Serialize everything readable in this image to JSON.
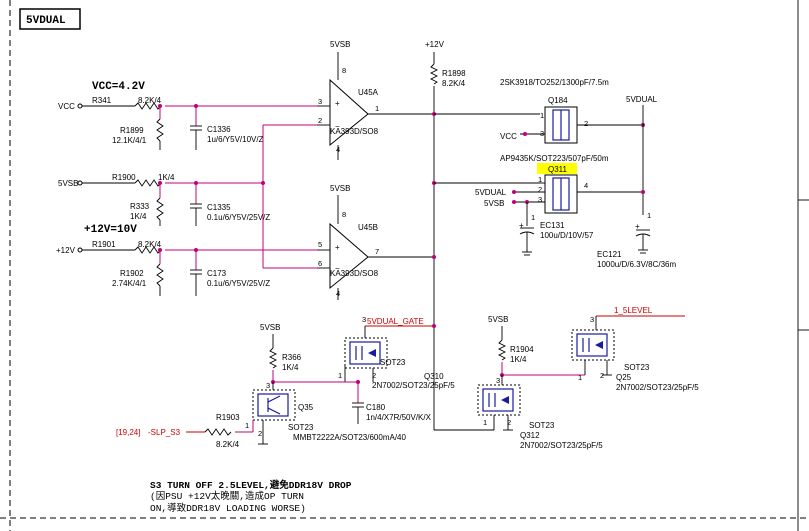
{
  "sheet": {
    "title": "5VDUAL"
  },
  "rails": {
    "vsb_u45a": "5VSB",
    "vsb_u45b": "5VSB",
    "vsb_r366": "5VSB",
    "vsb_r1904": "5VSB",
    "p12v_top": "+12V",
    "vdual_out": "5VDUAL",
    "vcc_q184": "VCC",
    "vdual_q311": "5VDUAL",
    "vsb_q311": "5VSB"
  },
  "inputs": {
    "vcc": "VCC",
    "vsb": "5VSB",
    "p12v": "+12V",
    "slp_s3_ref": "[19,24]",
    "slp_s3": "-SLP_S3"
  },
  "annotations": {
    "vcc_level": "VCC=4.2V",
    "p12v_level": "+12V=10V"
  },
  "resistors": {
    "r341": {
      "ref": "R341",
      "value": "8.2K/4"
    },
    "r1900": {
      "ref": "R1900",
      "value": "1K/4"
    },
    "r1901": {
      "ref": "R1901",
      "value": "8.2K/4"
    },
    "r1899": {
      "ref": "R1899",
      "value": "12.1K/4/1"
    },
    "r333": {
      "ref": "R333",
      "value": "1K/4"
    },
    "r1902": {
      "ref": "R1902",
      "value": "2.74K/4/1"
    },
    "r1898": {
      "ref": "R1898",
      "value": "8.2K/4"
    },
    "r366": {
      "ref": "R366",
      "value": "1K/4"
    },
    "r1903": {
      "ref": "R1903",
      "value": "8.2K/4"
    },
    "r1904": {
      "ref": "R1904",
      "value": "1K/4"
    }
  },
  "capacitors": {
    "c1336": {
      "ref": "C1336",
      "value": "1u/6/Y5V/10V/Z"
    },
    "c1335": {
      "ref": "C1335",
      "value": "0.1u/6/Y5V/25V/Z"
    },
    "c173": {
      "ref": "C173",
      "value": "0.1u/6/Y5V/25V/Z"
    },
    "c180": {
      "ref": "C180",
      "value": "1n/4/X7R/50V/K/X"
    },
    "ec131": {
      "ref": "EC131",
      "value": "100u/D/10V/57"
    },
    "ec121": {
      "ref": "EC121",
      "value": "1000u/D/6.3V/8C/36m"
    }
  },
  "ics": {
    "u45a": {
      "ref": "U45A",
      "part": "KA393D/SO8",
      "pins": [
        "3",
        "2",
        "1",
        "8",
        "4"
      ]
    },
    "u45b": {
      "ref": "U45B",
      "part": "KA393D/SO8",
      "pins": [
        "5",
        "6",
        "7",
        "8",
        "4"
      ]
    }
  },
  "transistors": {
    "q184": {
      "ref": "Q184",
      "part": "2SK3918/TO252/1300pF/7.5m",
      "pins": [
        "1",
        "3",
        "2"
      ]
    },
    "q311": {
      "ref": "Q311",
      "part": "AP9435K/SOT223/507pF/50m",
      "pins": [
        "1",
        "2",
        "3",
        "4"
      ]
    },
    "q310": {
      "ref": "Q310",
      "part": "2N7002/SOT23/25pF/5",
      "pkg": "SOT23",
      "pins": [
        "3",
        "1",
        "2"
      ]
    },
    "q35": {
      "ref": "Q35",
      "part": "MMBT2222A/SOT23/600mA/40",
      "pkg": "SOT23",
      "pins": [
        "3",
        "1",
        "2"
      ]
    },
    "q312": {
      "ref": "Q312",
      "part": "2N7002/SOT23/25pF/5",
      "pkg": "SOT23",
      "pins": [
        "3",
        "1",
        "2"
      ]
    },
    "q25": {
      "ref": "Q25",
      "part": "2N7002/SOT23/25pF/5",
      "pkg": "SOT23",
      "pins": [
        "3",
        "1",
        "2"
      ]
    }
  },
  "nets": {
    "gate": "5VDUAL_GATE",
    "level": "1_5LEVEL"
  },
  "pin_labels": {
    "u45a_out": "1",
    "u45b_out": "7",
    "ec_plus": "1",
    "ec131_plus": "1"
  },
  "notes": {
    "line1": "S3 TURN OFF 2.5LEVEL,避免DDR18V DROP",
    "line2": "(因PSU +12V太晚關,造成OP TURN",
    "line3": "ON,導致DDR18V LOADING WORSE)"
  }
}
